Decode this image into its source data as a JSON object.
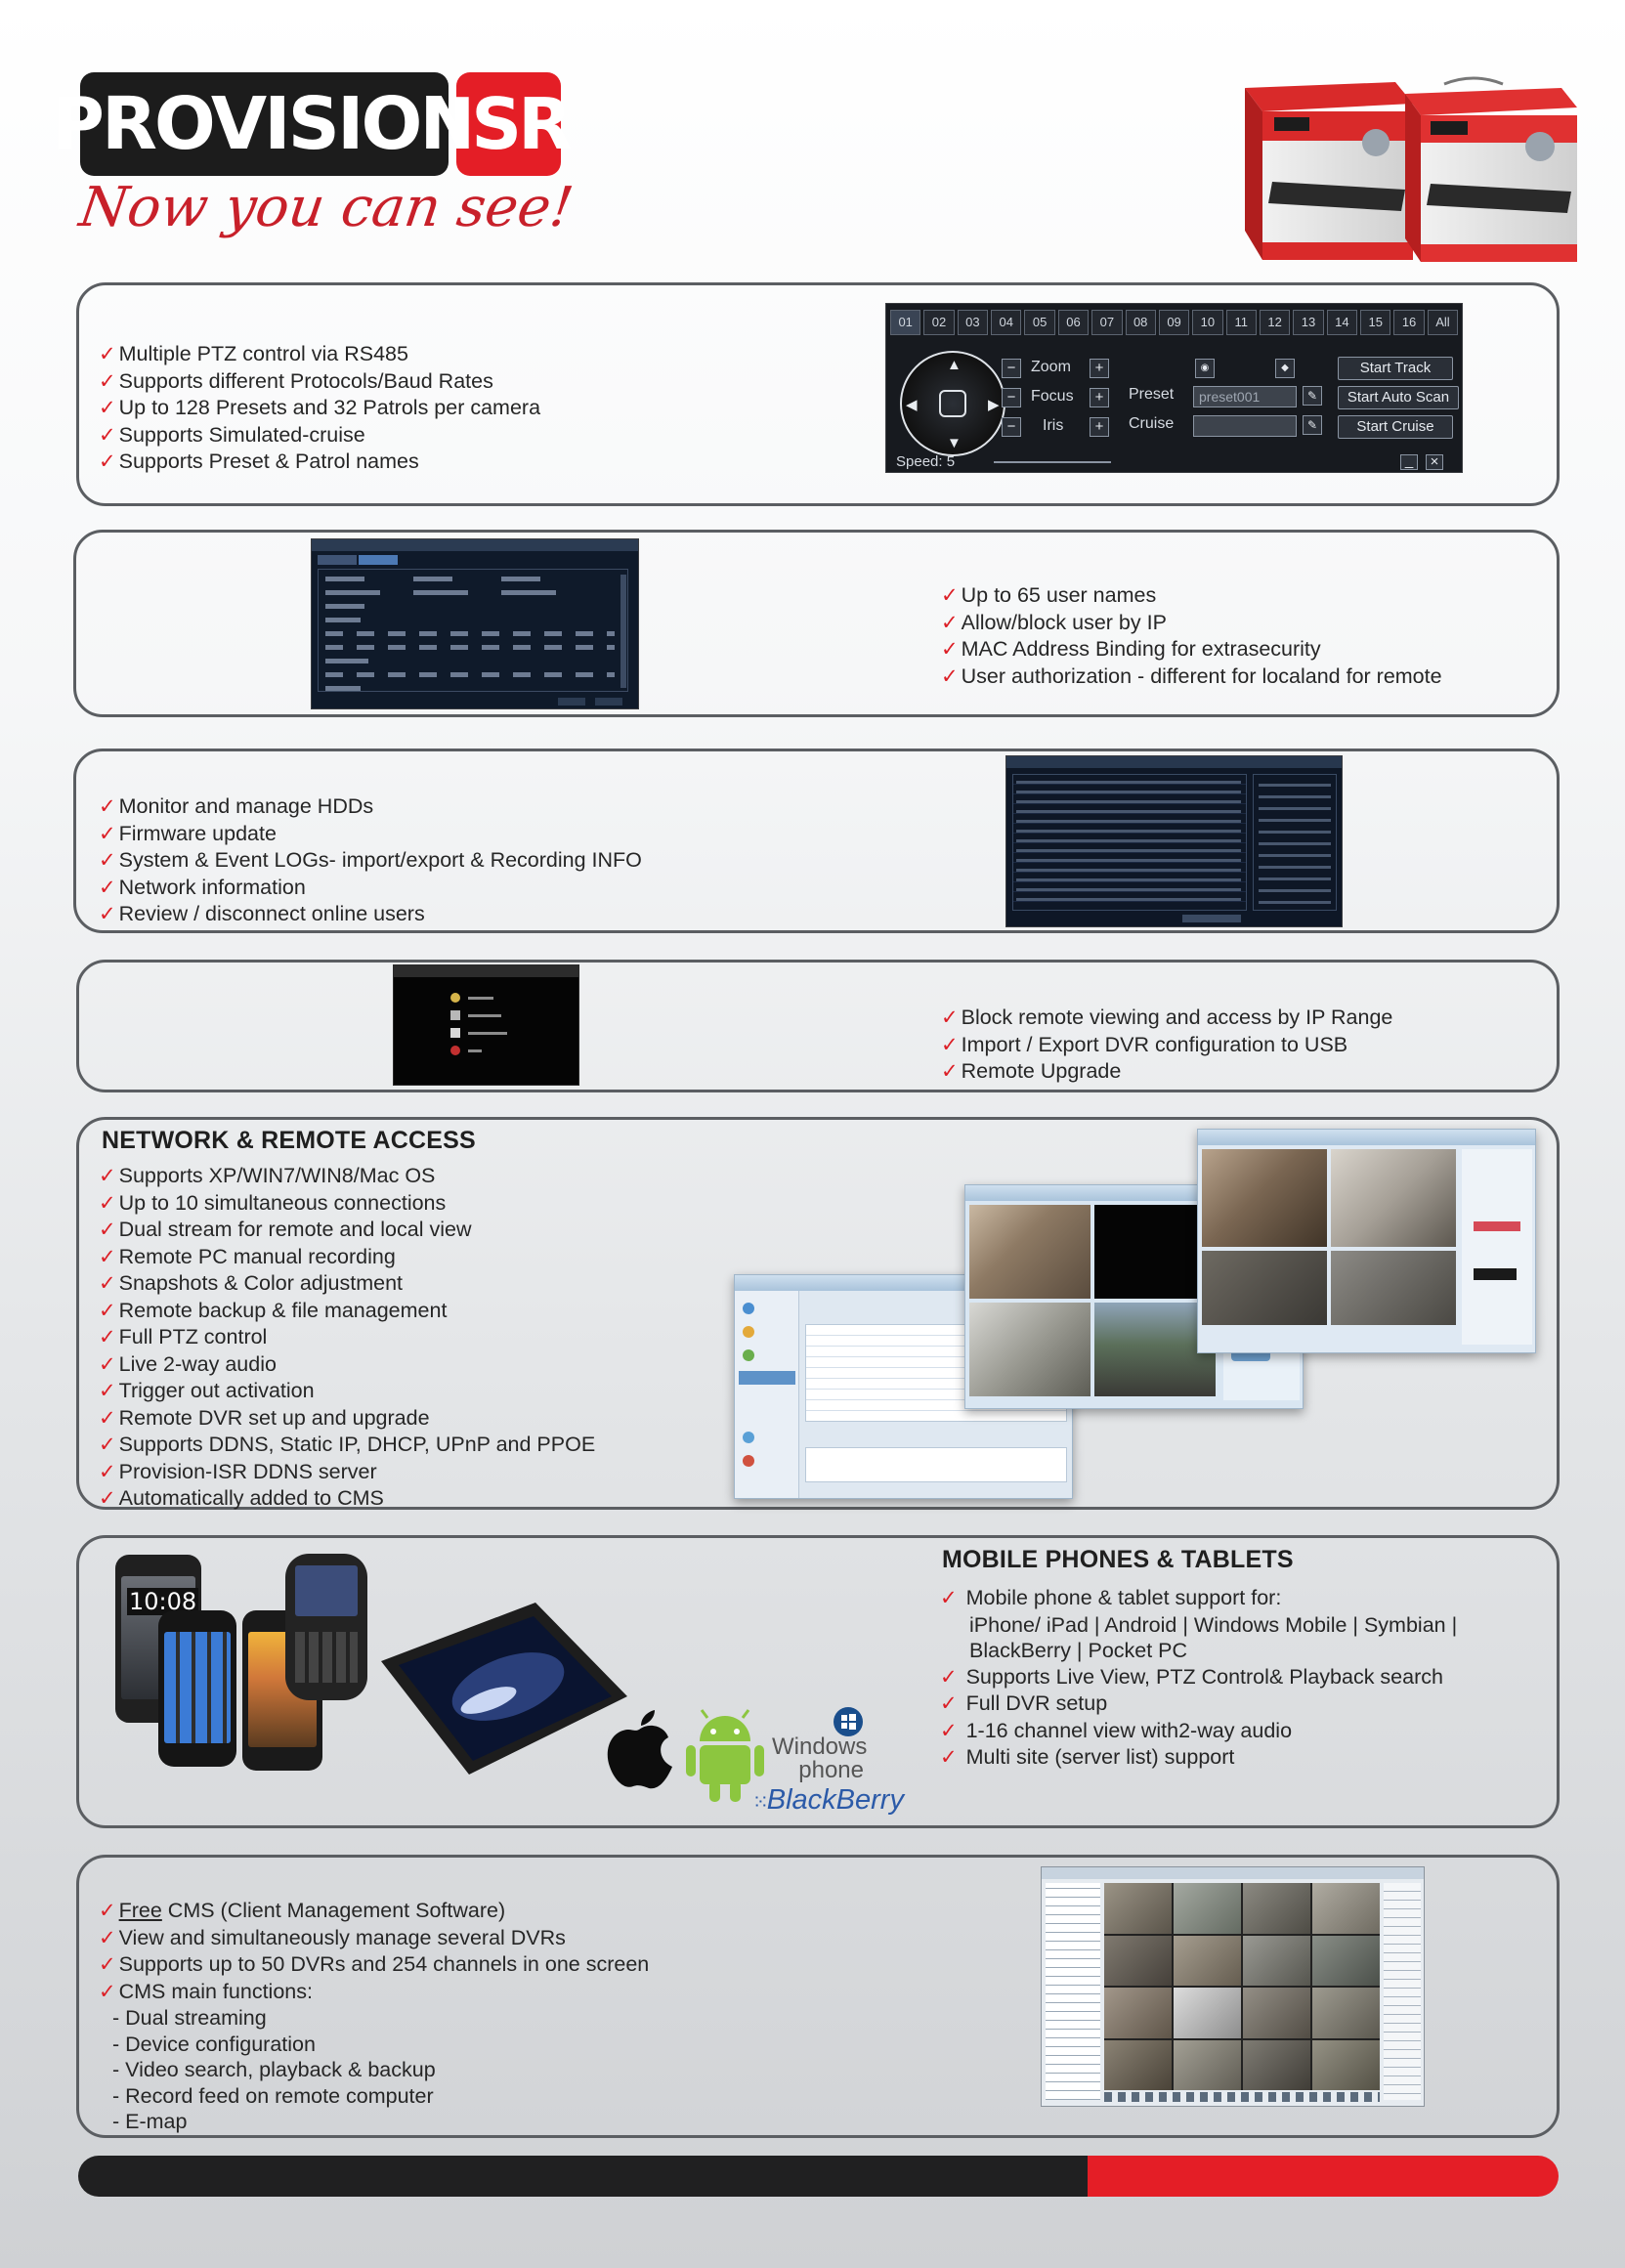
{
  "brand": {
    "logo_main": "PROVISION",
    "logo_accent": "ISR",
    "tagline": "Now you can see!",
    "accent_color": "#e41e26",
    "dark_color": "#1c1c1c"
  },
  "check_icon": "✓",
  "sections": {
    "ptz": {
      "features": [
        "Multiple PTZ control via RS485",
        "Supports different Protocols/Baud Rates",
        "Up to 128 Presets and 32 Patrols per camera",
        "Supports Simulated-cruise",
        "Supports Preset & Patrol names"
      ],
      "ui": {
        "tabs": [
          "01",
          "02",
          "03",
          "04",
          "05",
          "06",
          "07",
          "08",
          "09",
          "10",
          "11",
          "12",
          "13",
          "14",
          "15",
          "16",
          "All"
        ],
        "zoom_label": "Zoom",
        "focus_label": "Focus",
        "iris_label": "Iris",
        "preset_label": "Preset",
        "cruise_label": "Cruise",
        "preset_value": "preset001",
        "start_track": "Start Track",
        "start_auto_scan": "Start Auto Scan",
        "start_cruise": "Start Cruise",
        "speed": "Speed: 5"
      }
    },
    "users": {
      "features": [
        "Up to 65 user names",
        "Allow/block user by IP",
        "MAC Address Binding for extrasecurity",
        "User authorization - different for localand for remote"
      ]
    },
    "hdd": {
      "features": [
        "Monitor and manage HDDs",
        "Firmware update",
        "System & Event LOGs- import/export & Recording INFO",
        "Network information",
        "Review / disconnect online users"
      ]
    },
    "remote_block": {
      "features": [
        "Block remote viewing and access by IP Range",
        "Import / Export DVR configuration to USB",
        "Remote Upgrade"
      ]
    },
    "network": {
      "heading": "NETWORK & REMOTE ACCESS",
      "features": [
        "Supports XP/WIN7/WIN8/Mac OS",
        "Up to 10 simultaneous connections",
        "Dual stream for remote and local view",
        "Remote PC manual recording",
        "Snapshots & Color adjustment",
        "Remote backup & file management",
        "Full PTZ control",
        "Live 2-way audio",
        "Trigger out activation",
        "Remote DVR set up and upgrade",
        "Supports DDNS, Static IP, DHCP, UPnP and PPOE",
        "Provision-ISR DDNS server",
        "Automatically added to CMS"
      ]
    },
    "mobile": {
      "heading": "MOBILE PHONES & TABLETS",
      "support_intro": "Mobile phone & tablet support for:",
      "platforms_line1": "iPhone/ iPad  |  Android  | Windows Mobile  | Symbian |",
      "platforms_line2": "BlackBerry  | Pocket PC",
      "features": [
        "Supports Live View, PTZ Control& Playback search",
        "Full DVR setup",
        "1-16 channel view with2-way audio",
        "Multi site (server list) support"
      ],
      "logos": {
        "windows_line1": "Windows",
        "windows_line2": "phone",
        "blackberry": "BlackBerry",
        "phone_clock": "10:08"
      }
    },
    "cms": {
      "free_word": "Free",
      "first_rest": " CMS (Client Management Software)",
      "features": [
        "View and simultaneously manage several DVRs",
        "Supports up to 50 DVRs and 254 channels in one screen",
        "CMS main functions:"
      ],
      "functions": [
        "- Dual streaming",
        "- Device configuration",
        "- Video search, playback & backup",
        "- Record feed on remote computer",
        "- E-map"
      ]
    }
  }
}
